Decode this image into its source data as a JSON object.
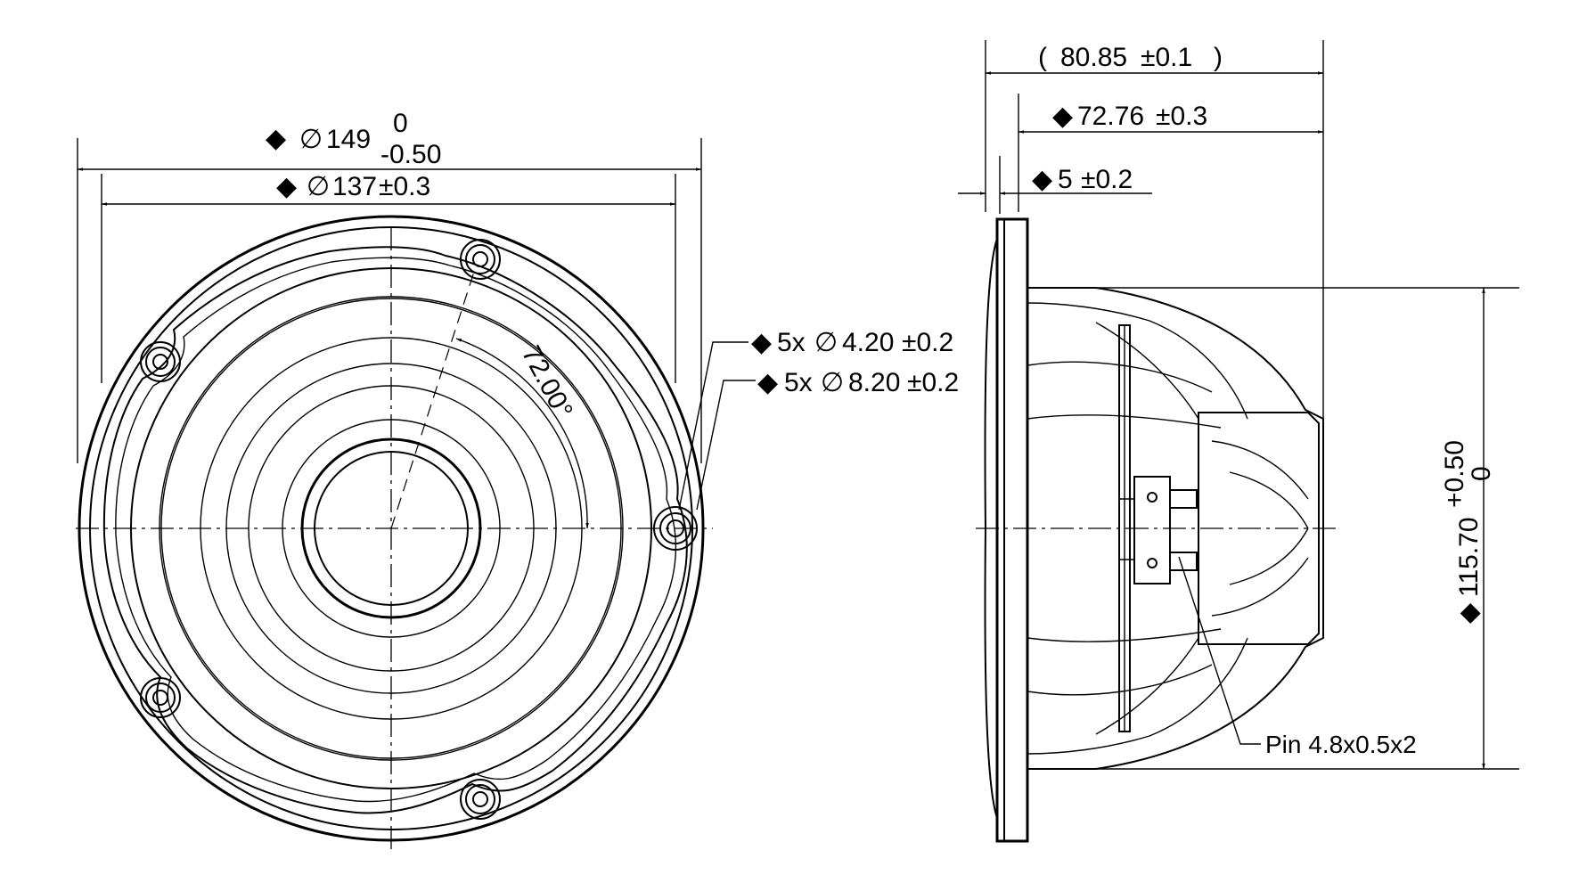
{
  "front_view": {
    "outer_diameter": {
      "symbol": "◆",
      "phi": "∅",
      "value": "149",
      "tol_upper": "0",
      "tol_lower": "-0.50"
    },
    "mount_diameter": {
      "symbol": "◆",
      "phi": "∅",
      "value": "137",
      "tol": "±0.3"
    },
    "angle": "72.00°",
    "hole_small": {
      "symbol": "◆",
      "count": "5x",
      "phi": "∅",
      "value": "4.20",
      "tol": "±0.2"
    },
    "hole_large": {
      "symbol": "◆",
      "count": "5x",
      "phi": "∅",
      "value": "8.20",
      "tol": "±0.2"
    }
  },
  "side_view": {
    "depth_total": {
      "value": "80.85",
      "tol": "±0.1"
    },
    "depth_mount": {
      "symbol": "◆",
      "value": "72.76",
      "tol": "±0.3"
    },
    "flange_thickness": {
      "symbol": "◆",
      "value": "5",
      "tol": "±0.2"
    },
    "magnet_diameter": {
      "symbol": "◆",
      "value": "115.70",
      "tol_upper": "+0.50",
      "tol_lower": "0"
    },
    "pin_label": "Pin 4.8x0.5x2"
  }
}
